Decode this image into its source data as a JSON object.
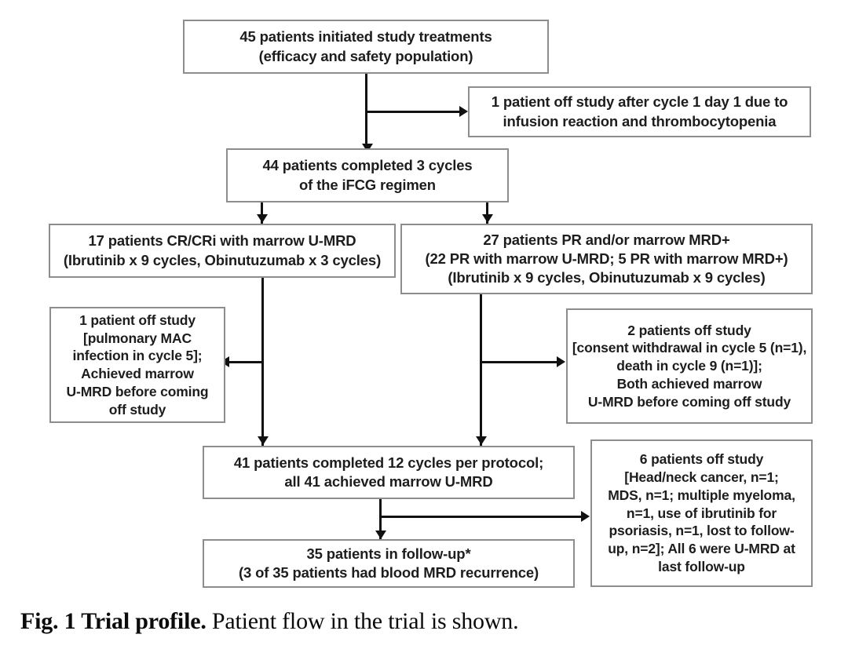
{
  "figure": {
    "caption_label": "Fig. 1 Trial profile.",
    "caption_text": " Patient flow in the trial is shown.",
    "border_color": "#8d8d8d",
    "connector_color": "#111111",
    "text_color": "#1d1d1d"
  },
  "nodes": {
    "initiated": {
      "name": "initiated-study-treatments",
      "lines": [
        "45 patients initiated study treatments",
        "(efficacy and safety population)"
      ]
    },
    "off_study_cycle1": {
      "name": "one-patient-off-study-cycle1",
      "lines": [
        "1 patient off study after cycle 1 day 1 due to",
        "infusion reaction and thrombocytopenia"
      ]
    },
    "completed_3_cycles": {
      "name": "completed-3-cycles-ifcg",
      "lines": [
        "44 patients completed 3 cycles",
        "of the iFCG regimen"
      ]
    },
    "cr_cri": {
      "name": "cr-cri-marrow-umrd",
      "lines": [
        "17 patients CR/CRi with marrow U-MRD",
        "(Ibrutinib x 9 cycles, Obinutuzumab x 3 cycles)"
      ]
    },
    "pr_mrd_positive": {
      "name": "pr-and-or-marrow-mrd-positive",
      "lines": [
        "27 patients PR and/or marrow MRD+",
        "(22 PR with marrow U-MRD; 5 PR with marrow MRD+)",
        "(Ibrutinib x 9 cycles, Obinutuzumab x 9 cycles)"
      ]
    },
    "mac_infection": {
      "name": "one-patient-off-study-mac-infection",
      "lines": [
        "1 patient off study",
        "[pulmonary MAC",
        "infection in cycle 5];",
        "Achieved marrow",
        "U-MRD before coming",
        "off study"
      ]
    },
    "two_off_study": {
      "name": "two-patients-off-study",
      "lines": [
        "2 patients off study",
        "[consent withdrawal in cycle 5 (n=1),",
        "death in cycle 9 (n=1)];",
        "Both achieved marrow",
        "U-MRD before coming off study"
      ]
    },
    "completed_12_cycles": {
      "name": "completed-12-cycles-per-protocol",
      "lines": [
        "41 patients completed 12 cycles per protocol;",
        "all 41 achieved marrow U-MRD"
      ]
    },
    "six_off_study": {
      "name": "six-patients-off-study",
      "lines": [
        "6 patients off study",
        "[Head/neck cancer, n=1;",
        "MDS, n=1; multiple myeloma,",
        "n=1, use of ibrutinib for",
        "psoriasis, n=1, lost to follow-",
        "up, n=2]; All 6 were U-MRD at",
        "last follow-up"
      ]
    },
    "follow_up": {
      "name": "patients-in-follow-up",
      "lines": [
        "35 patients in follow-up*",
        "(3 of 35 patients had blood MRD recurrence)"
      ]
    }
  },
  "chart_data": {
    "type": "flowchart",
    "title": "Trial profile",
    "nodes": [
      {
        "id": "initiated",
        "label": "45 patients initiated study treatments (efficacy and safety population)",
        "count": 45
      },
      {
        "id": "off_study_cycle1",
        "label": "1 patient off study after cycle 1 day 1 due to infusion reaction and thrombocytopenia",
        "count": 1
      },
      {
        "id": "completed_3_cycles",
        "label": "44 patients completed 3 cycles of the iFCG regimen",
        "count": 44
      },
      {
        "id": "cr_cri",
        "label": "17 patients CR/CRi with marrow U-MRD (Ibrutinib x 9 cycles, Obinutuzumab x 3 cycles)",
        "count": 17
      },
      {
        "id": "pr_mrd_positive",
        "label": "27 patients PR and/or marrow MRD+ (22 PR with marrow U-MRD; 5 PR with marrow MRD+) (Ibrutinib x 9 cycles, Obinutuzumab x 9 cycles)",
        "count": 27
      },
      {
        "id": "mac_infection",
        "label": "1 patient off study [pulmonary MAC infection in cycle 5]; Achieved marrow U-MRD before coming off study",
        "count": 1
      },
      {
        "id": "two_off_study",
        "label": "2 patients off study [consent withdrawal in cycle 5 (n=1), death in cycle 9 (n=1)]; Both achieved marrow U-MRD before coming off study",
        "count": 2
      },
      {
        "id": "completed_12_cycles",
        "label": "41 patients completed 12 cycles per protocol; all 41 achieved marrow U-MRD",
        "count": 41
      },
      {
        "id": "six_off_study",
        "label": "6 patients off study [Head/neck cancer, n=1; MDS, n=1; multiple myeloma, n=1, use of ibrutinib for psoriasis, n=1, lost to follow-up, n=2]; All 6 were U-MRD at last follow-up",
        "count": 6
      },
      {
        "id": "follow_up",
        "label": "35 patients in follow-up* (3 of 35 patients had blood MRD recurrence)",
        "count": 35
      }
    ],
    "edges": [
      {
        "from": "initiated",
        "to": "off_study_cycle1",
        "direction": "right"
      },
      {
        "from": "initiated",
        "to": "completed_3_cycles",
        "direction": "down"
      },
      {
        "from": "completed_3_cycles",
        "to": "cr_cri",
        "direction": "down"
      },
      {
        "from": "completed_3_cycles",
        "to": "pr_mrd_positive",
        "direction": "down"
      },
      {
        "from": "cr_cri",
        "to": "mac_infection",
        "direction": "left"
      },
      {
        "from": "cr_cri",
        "to": "completed_12_cycles",
        "direction": "down"
      },
      {
        "from": "pr_mrd_positive",
        "to": "two_off_study",
        "direction": "right"
      },
      {
        "from": "pr_mrd_positive",
        "to": "completed_12_cycles",
        "direction": "down"
      },
      {
        "from": "completed_12_cycles",
        "to": "six_off_study",
        "direction": "right"
      },
      {
        "from": "completed_12_cycles",
        "to": "follow_up",
        "direction": "down"
      }
    ]
  }
}
